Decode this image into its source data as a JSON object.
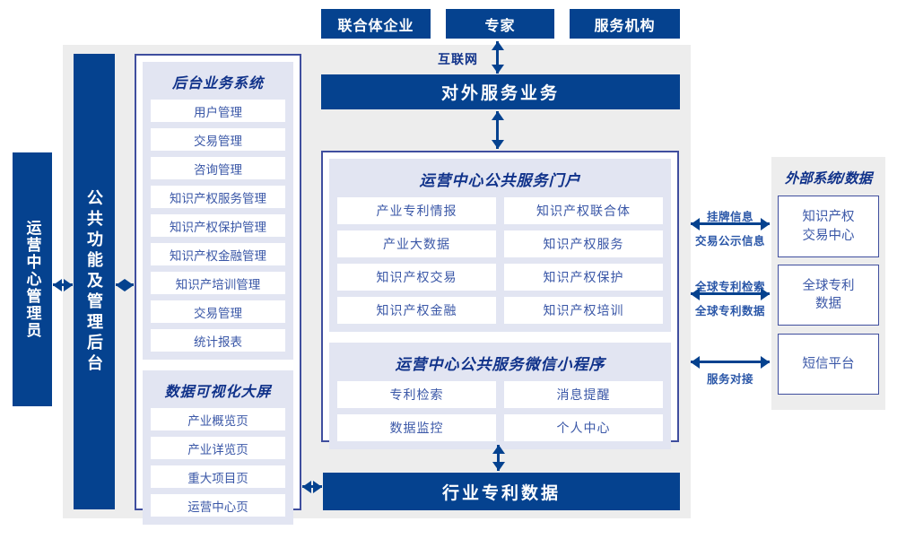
{
  "colors": {
    "primary_blue": "#05428f",
    "panel_gray": "#ededed",
    "section_lavender": "#e2e5f2",
    "container_border": "#3f4e9e",
    "title_navy": "#10328a",
    "item_blue": "#3a57a7",
    "label_blue": "#2b57a8"
  },
  "top_actors": {
    "items": [
      "联合体企业",
      "专家",
      "服务机构"
    ]
  },
  "network": {
    "label": "互联网"
  },
  "bars": {
    "external_service": "对外服务业务",
    "industry_patent_data": "行业专利数据"
  },
  "left": {
    "admin": "运营中心管理员",
    "public_backend": "公共功能及管理后台"
  },
  "backend_system": {
    "title": "后台业务系统",
    "items": [
      "用户管理",
      "交易管理",
      "咨询管理",
      "知识产权服务管理",
      "知识产权保护管理",
      "知识产权金融管理",
      "知识产培训管理",
      "交易管理",
      "统计报表"
    ]
  },
  "data_visualization": {
    "title": "数据可视化大屏",
    "items": [
      "产业概览页",
      "产业详览页",
      "重大项目页",
      "运营中心页"
    ]
  },
  "portal": {
    "title": "运营中心公共服务门户",
    "items": [
      "产业专利情报",
      "知识产权联合体",
      "产业大数据",
      "知识产权服务",
      "知识产权交易",
      "知识产权保护",
      "知识产权金融",
      "知识产权培训"
    ]
  },
  "miniprogram": {
    "title": "运营中心公共服务微信小程序",
    "items": [
      "专利检索",
      "消息提醒",
      "数据监控",
      "个人中心"
    ]
  },
  "external_systems": {
    "title": "外部系统/数据",
    "items": [
      "知识产权\n交易中心",
      "全球专利\n数据",
      "短信平台"
    ]
  },
  "link_labels": {
    "listing_info": "挂牌信息",
    "trade_publicity": "交易公示信息",
    "global_patent_search": "全球专利检索",
    "global_patent_data": "全球专利数据",
    "service_connect": "服务对接"
  }
}
